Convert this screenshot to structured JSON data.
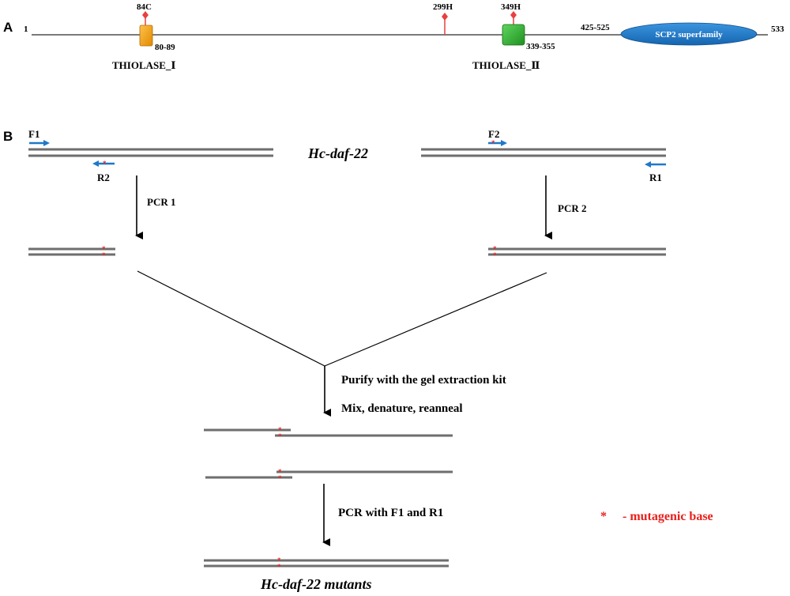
{
  "panel_a": {
    "letter": "A",
    "start_pos": "1",
    "end_pos": "533",
    "domain1": {
      "name": "THIOLASE_Ⅰ",
      "range": "80-89",
      "site": "84C",
      "color": "#f39c12"
    },
    "site_mid": {
      "label": "299H",
      "color": "#e8413c"
    },
    "domain2": {
      "name": "THIOLASE_Ⅱ",
      "range": "339-355",
      "site": "349H",
      "color": "#2ea82e"
    },
    "scp2": {
      "range": "425-525",
      "name": "SCP2 superfamily",
      "color": "#1f78c8"
    }
  },
  "panel_b": {
    "letter": "B",
    "gene": "Hc-daf-22",
    "primers": {
      "f1": "F1",
      "r2": "R2",
      "f2": "F2",
      "r1": "R1",
      "color": "#1f78c8"
    },
    "pcr1": "PCR 1",
    "pcr2": "PCR 2",
    "step_purify": "Purify with the gel extraction kit",
    "step_mix": "Mix, denature, reanneal",
    "step_pcr": "PCR with F1 and R1",
    "product": "Hc-daf-22 mutants",
    "legend": {
      "symbol": "*",
      "text": "- mutagenic base",
      "color": "#e8201c"
    },
    "strand_color": "#6e6e6e"
  }
}
